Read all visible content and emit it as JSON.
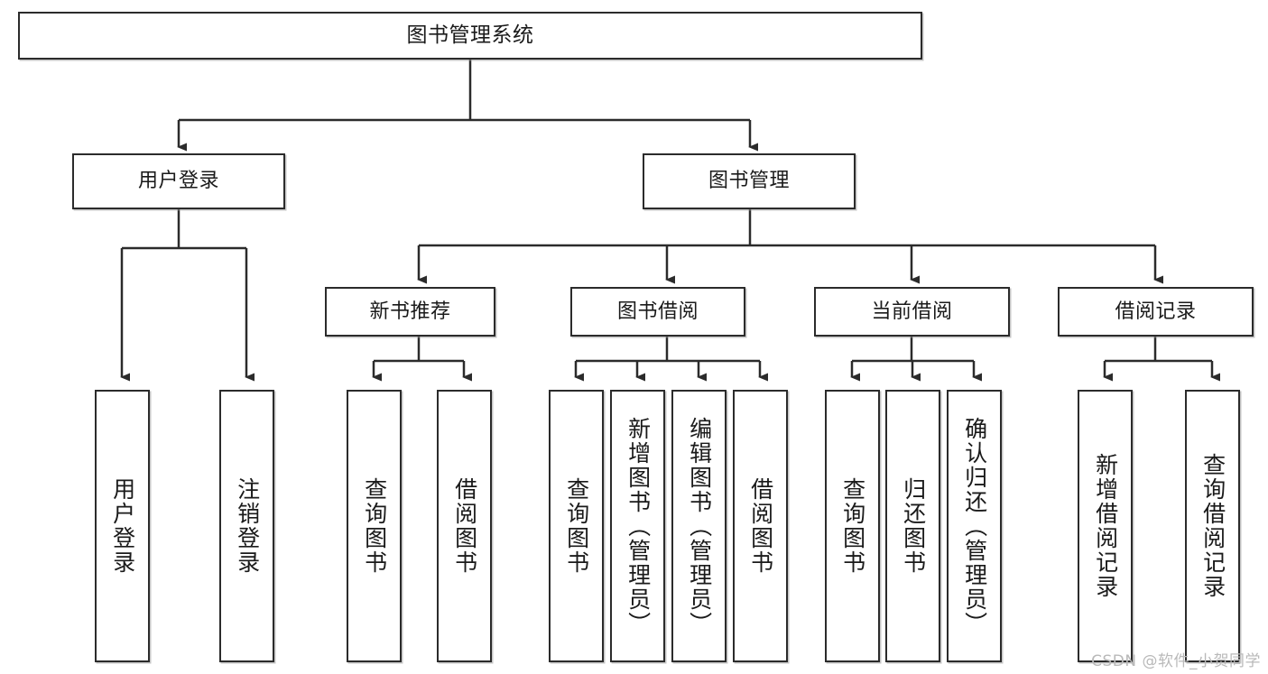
{
  "diagram": {
    "title": "图书管理系统",
    "root": {
      "label": "图书管理系统"
    },
    "level2": [
      {
        "label": "用户登录"
      },
      {
        "label": "图书管理"
      }
    ],
    "level3": [
      {
        "label": "新书推荐"
      },
      {
        "label": "图书借阅"
      },
      {
        "label": "当前借阅"
      },
      {
        "label": "借阅记录"
      }
    ],
    "leaves": [
      {
        "label": "用户登录"
      },
      {
        "label": "注销登录"
      },
      {
        "label": "查询图书"
      },
      {
        "label": "借阅图书"
      },
      {
        "label": "查询图书"
      },
      {
        "label": "新增图书（管理员）"
      },
      {
        "label": "编辑图书（管理员）"
      },
      {
        "label": "借阅图书"
      },
      {
        "label": "查询图书"
      },
      {
        "label": "归还图书"
      },
      {
        "label": "确认归还（管理员）"
      },
      {
        "label": "新增借阅记录"
      },
      {
        "label": "查询借阅记录"
      }
    ]
  },
  "watermark": {
    "text": "CSDN @软件_小贺同学"
  },
  "colors": {
    "stroke": "#2b2b2b",
    "fill": "#ffffff",
    "text": "#1a1a1a",
    "watermark": "#b9b9b9",
    "background": "#ffffff"
  }
}
